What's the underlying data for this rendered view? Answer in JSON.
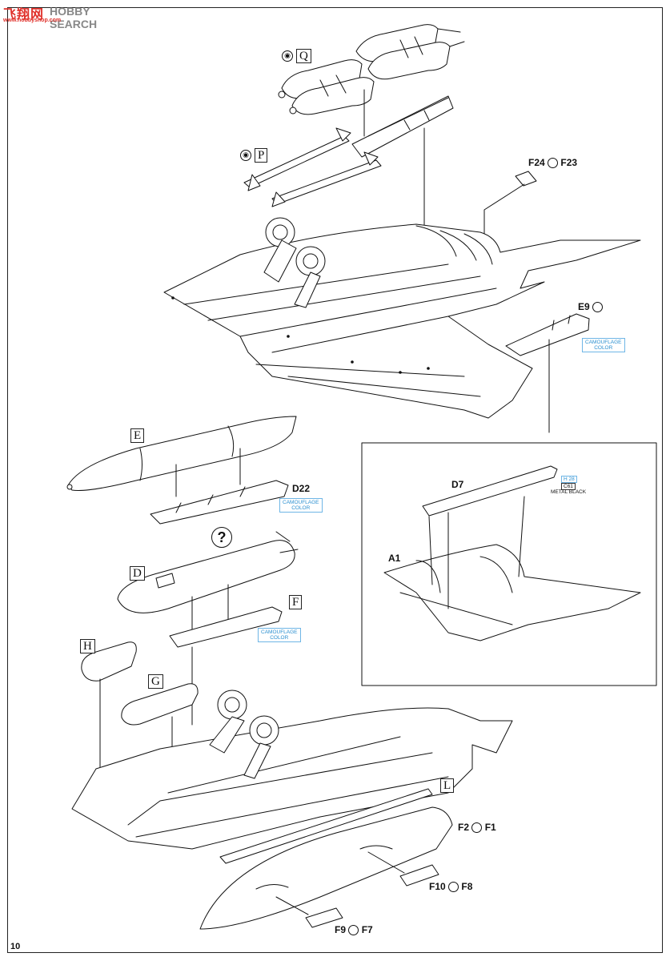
{
  "watermark": {
    "chinese": "飞翔网",
    "english": "HOBBY SEARCH",
    "url": "www.hobbyshop.com"
  },
  "page_number": "10",
  "help_icon": "?",
  "sections": {
    "Q": "Q",
    "P": "P",
    "E": "E",
    "D": "D",
    "F": "F",
    "H": "H",
    "G": "G",
    "L": "L"
  },
  "parts": {
    "f24_f23": {
      "left": "F24",
      "right": "F23"
    },
    "e9": "E9",
    "d22": "D22",
    "d7": "D7",
    "a1": "A1",
    "f2_f1": {
      "left": "F2",
      "right": "F1"
    },
    "f10_f8": {
      "left": "F10",
      "right": "F8"
    },
    "f9_f7": {
      "left": "F9",
      "right": "F7"
    }
  },
  "color_notes": {
    "camo_line1": "CAMOUFLAGE",
    "camo_line2": "COLOR",
    "h28": "H 28",
    "c61": "C61",
    "metal_black": "METAL BLACK"
  },
  "colors": {
    "accent_blue": "#2a8fd0",
    "watermark_red": "#e0302a",
    "line": "#111111"
  }
}
